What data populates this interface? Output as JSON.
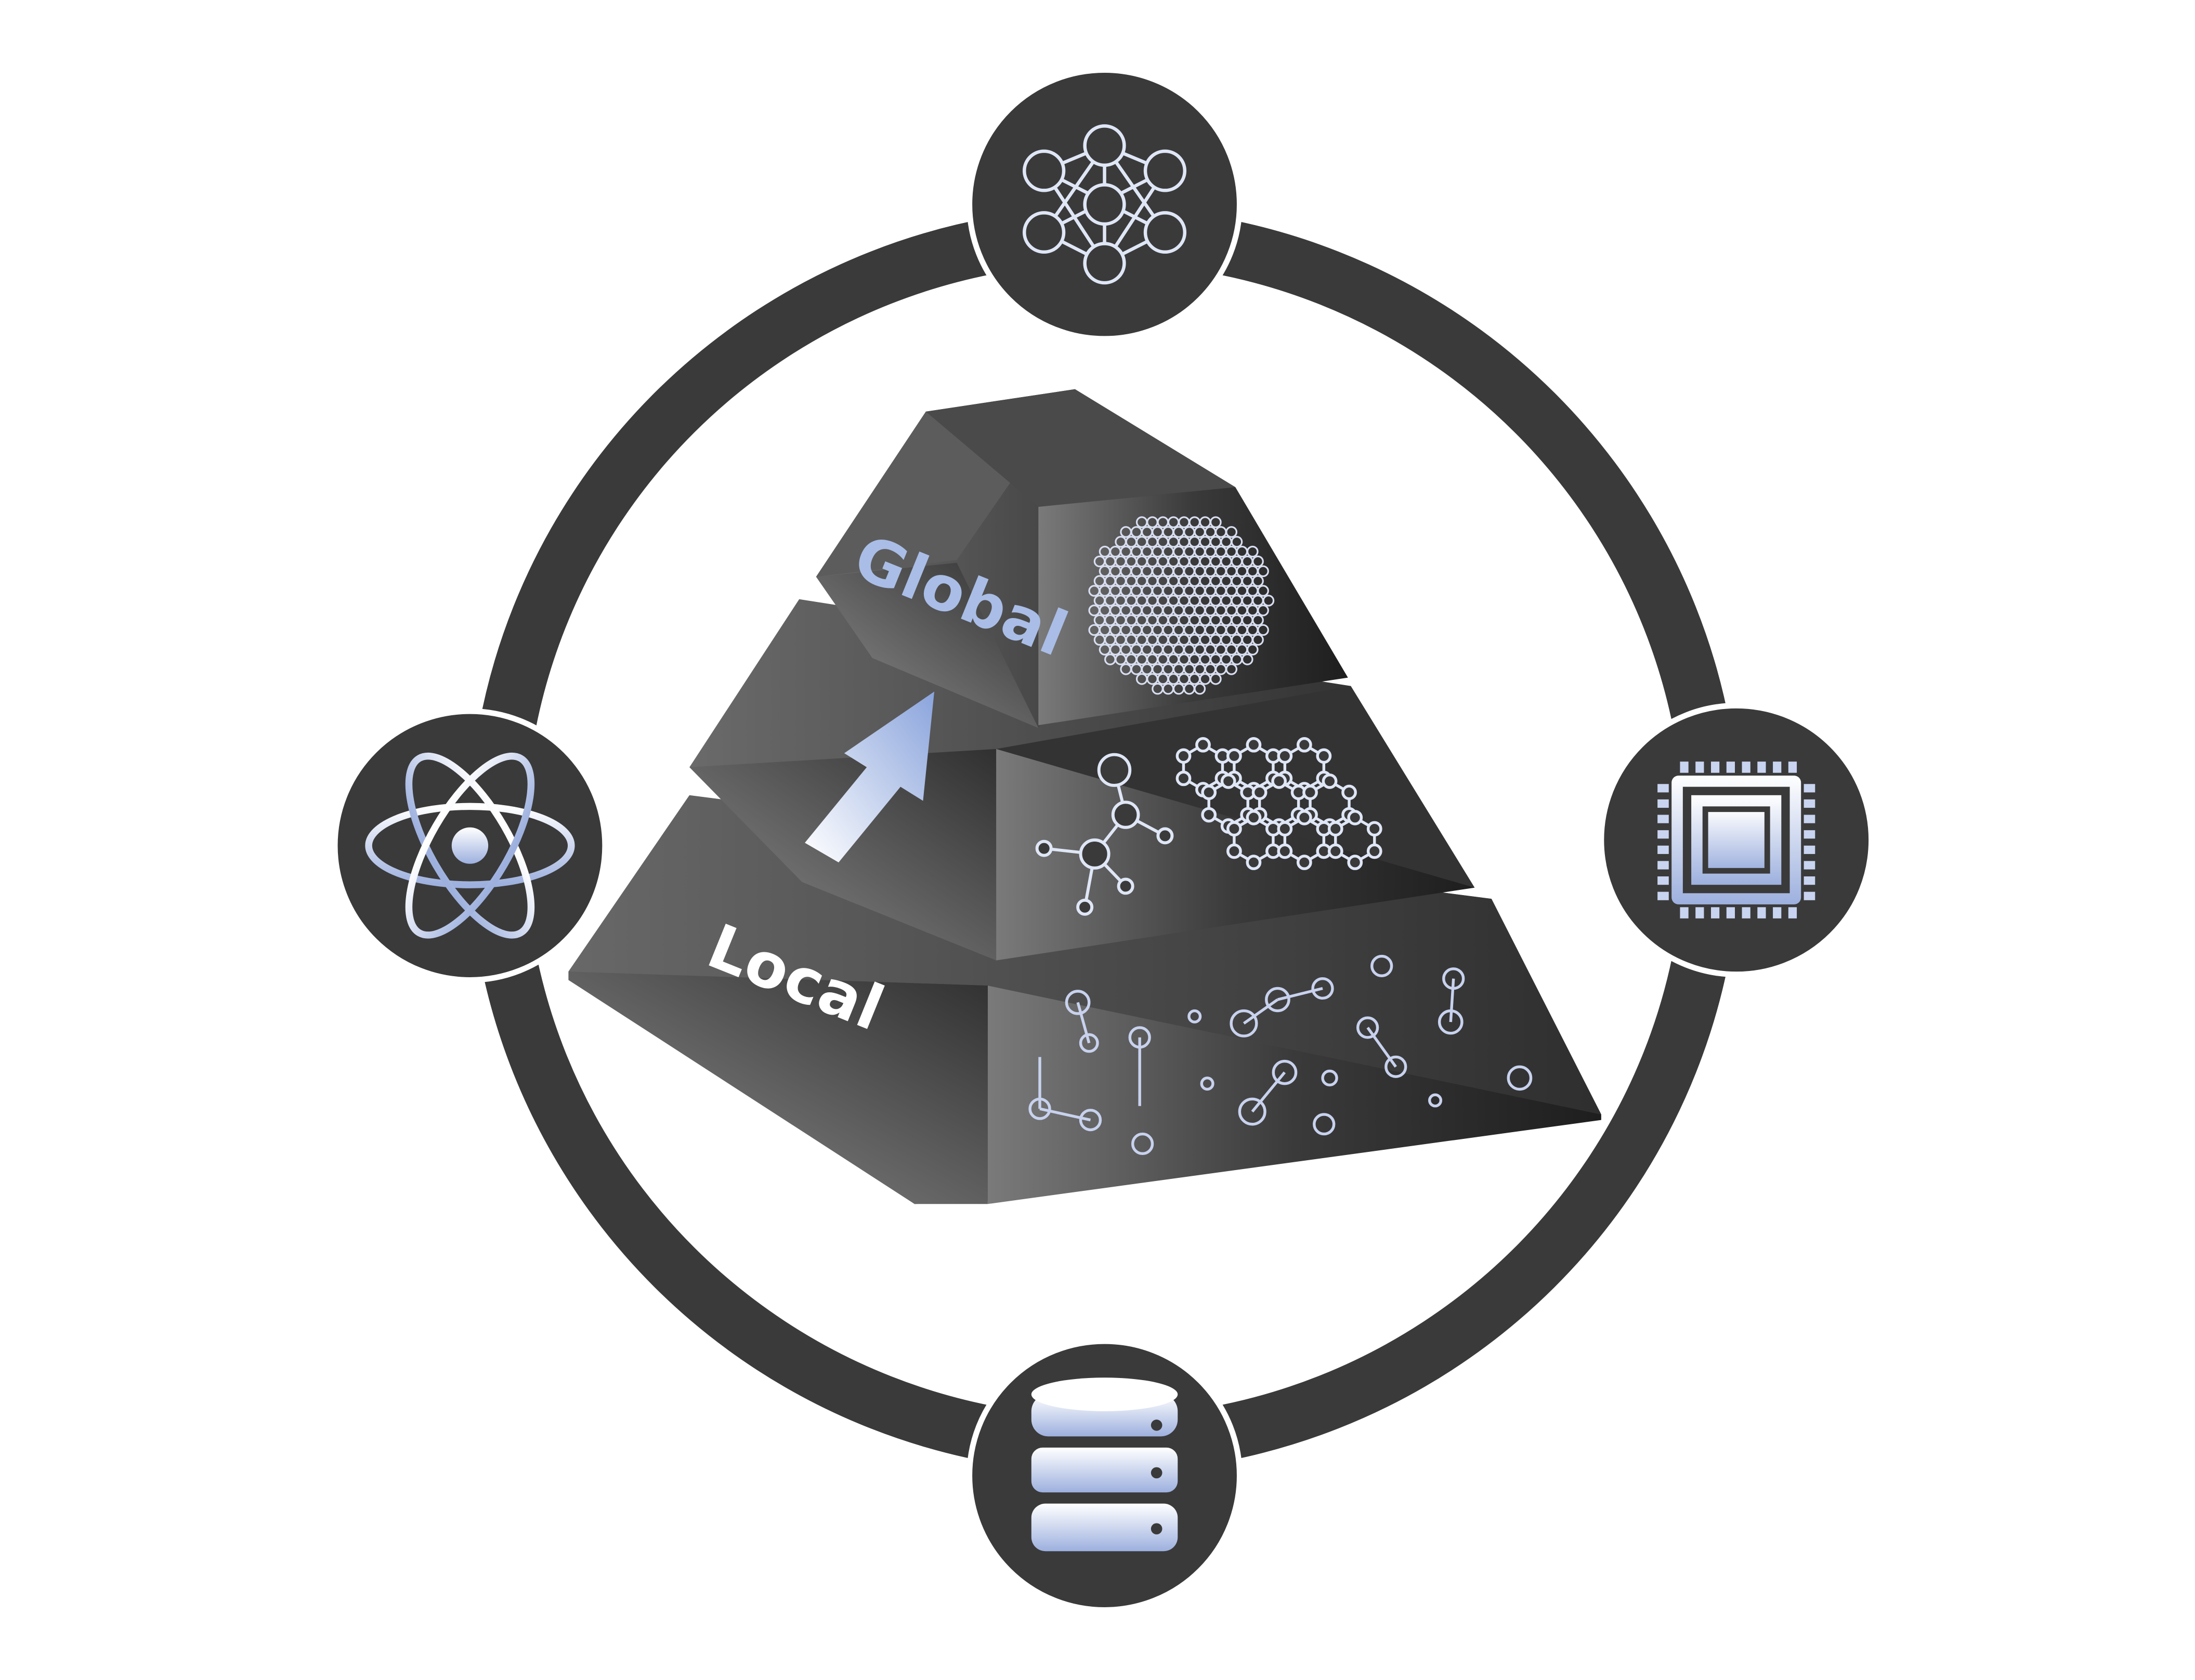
{
  "labels": {
    "global": "Global",
    "local": "Local"
  },
  "colors": {
    "ring": "#3a3a3a",
    "node_outline": "#ffffff",
    "icon_light": "#e8ecf8",
    "icon_blue": "#9db0de",
    "pyramid_dark": "#262626",
    "pyramid_light": "#a8a8a8"
  },
  "nodes": [
    {
      "name": "neural-network-icon",
      "position": "top"
    },
    {
      "name": "processor-chip-icon",
      "position": "right"
    },
    {
      "name": "database-icon",
      "position": "bottom"
    },
    {
      "name": "atom-icon",
      "position": "left"
    }
  ],
  "pyramid": {
    "tiers": [
      {
        "name": "top-tier",
        "content": "nanoparticle-cluster"
      },
      {
        "name": "middle-tier",
        "content": "molecules-and-lattice"
      },
      {
        "name": "bottom-tier",
        "content": "scattered-atoms-and-bonds"
      }
    ],
    "arrow": "upward-arrow-icon"
  }
}
